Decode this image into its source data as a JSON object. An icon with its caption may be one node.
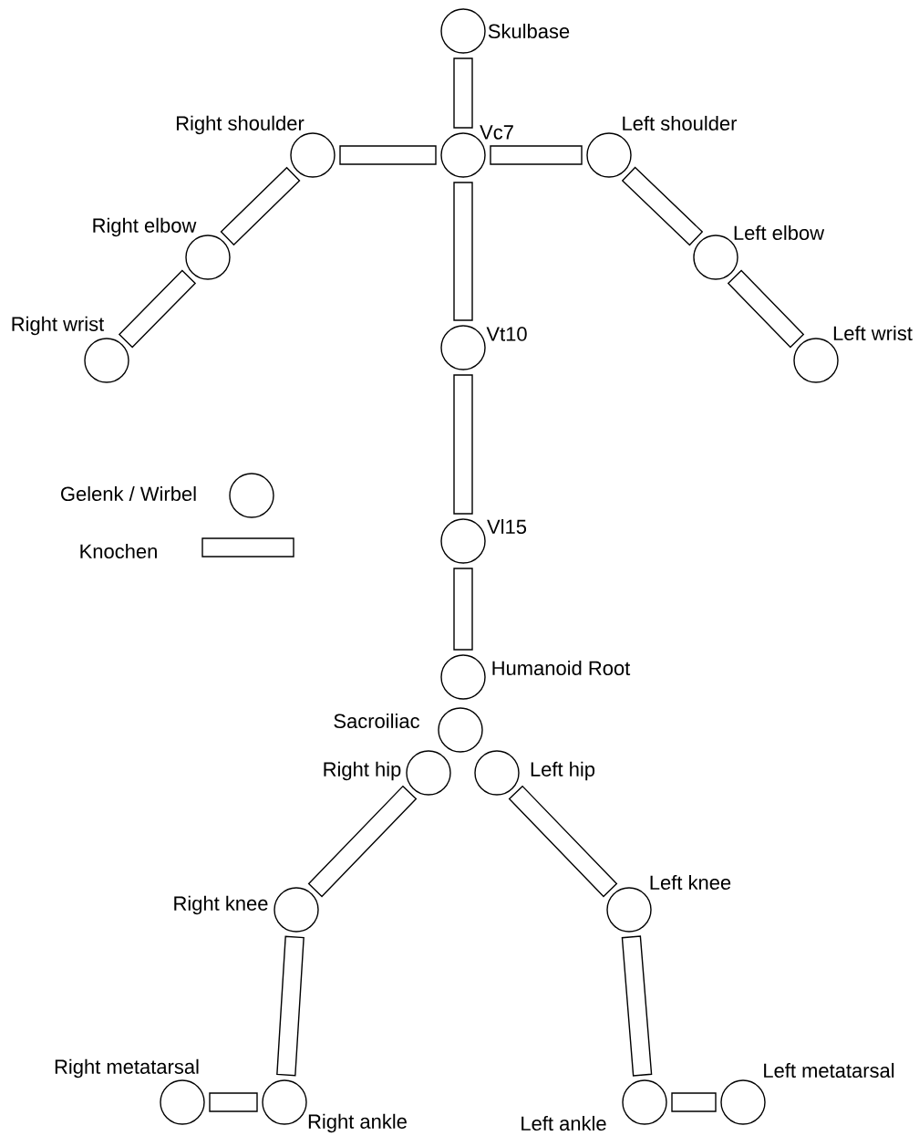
{
  "diagram": {
    "nodes": [
      {
        "text": [
          "Skulbase"
        ]
      },
      {
        "text": [
          "Vc7"
        ]
      },
      {
        "text": [
          "Right shoulder"
        ]
      },
      {
        "text": [
          "Left shoulder"
        ]
      },
      {
        "text": [
          "Right elbow"
        ]
      },
      {
        "text": [
          "Left elbow"
        ]
      },
      {
        "text": [
          "Right wrist"
        ]
      },
      {
        "text": [
          "Left wrist"
        ]
      },
      {
        "text": [
          "Vt10"
        ]
      },
      {
        "text": [
          "Vl15"
        ]
      },
      {
        "text": [
          "Humanoid Root"
        ]
      },
      {
        "text": [
          "Sacroiliac"
        ]
      },
      {
        "text": [
          "Right hip"
        ]
      },
      {
        "text": [
          "Left hip"
        ]
      },
      {
        "text": [
          "Right knee"
        ]
      },
      {
        "text": [
          "Left knee"
        ]
      },
      {
        "text": [
          "Right ankle"
        ]
      },
      {
        "text": [
          "Left ankle"
        ]
      },
      {
        "text": [
          "Right metatarsal"
        ]
      },
      {
        "text": [
          "Left metatarsal"
        ]
      },
      {
        "text": [],
        "shape": "box"
      },
      {
        "text": [],
        "shape": "box"
      },
      {
        "text": [],
        "shape": "box"
      },
      {
        "text": [],
        "shape": "box"
      },
      {
        "text": [],
        "shape": "box"
      },
      {
        "text": [],
        "shape": "box"
      },
      {
        "text": [],
        "shape": "box"
      },
      {
        "text": [],
        "shape": "box"
      },
      {
        "text": [],
        "shape": "box"
      },
      {
        "text": [],
        "shape": "box"
      },
      {
        "text": [],
        "shape": "box"
      },
      {
        "text": [],
        "shape": "box"
      },
      {
        "text": [],
        "shape": "box"
      },
      {
        "text": [],
        "shape": "box"
      },
      {
        "text": [],
        "shape": "box"
      },
      {
        "text": [],
        "shape": "box"
      }
    ],
    "legend": [
      {
        "text": "Gelenk /  Wirbel"
      },
      {
        "text": "Knochen"
      }
    ]
  }
}
